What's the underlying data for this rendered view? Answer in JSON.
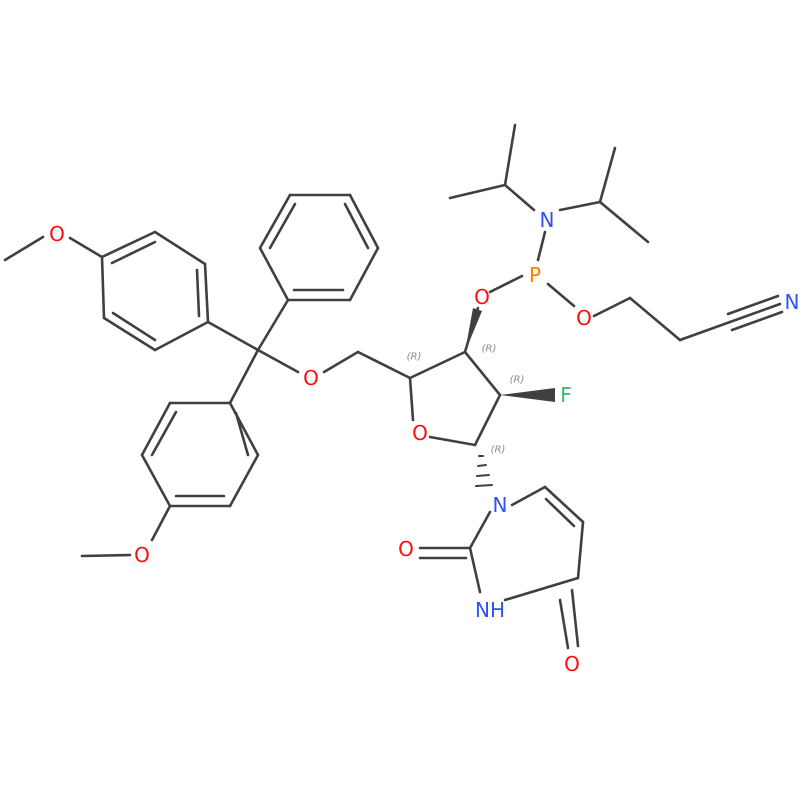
{
  "colors": {
    "bond": "#404040",
    "O": "#ff0d0d",
    "N": "#3050f8",
    "F": "#3cb371",
    "P": "#ff8000",
    "stereo": "#8a8a8a"
  },
  "atoms": {
    "o_methoxy_top": "O",
    "o_methoxy_bottom": "O",
    "o_trityl_ether": "O",
    "o_ring": "O",
    "o_phosphite_left": "O",
    "o_phosphite_right": "O",
    "o_carbonyl_left": "O",
    "o_carbonyl_bottom": "O",
    "p_phosphorus": "P",
    "n_amine": "N",
    "n_nitrile": "N",
    "n_uracil_1": "N",
    "nh_uracil_3": "NH",
    "f_fluoro": "F"
  },
  "stereo": {
    "c5": "(R)",
    "c4": "(R)",
    "c3": "(R)",
    "c1": "(R)"
  }
}
